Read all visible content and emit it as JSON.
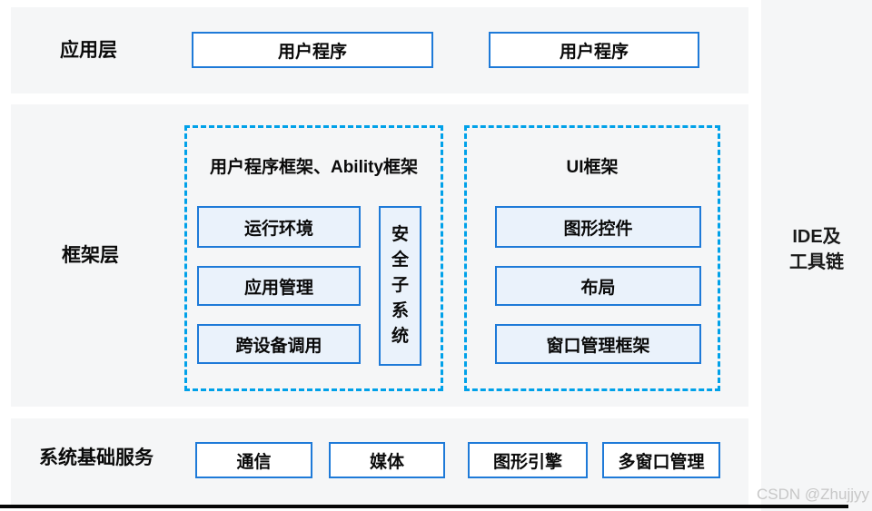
{
  "colors": {
    "band_bg": "#f5f6f7",
    "dashed_border": "#00a1e9",
    "solid_border": "#1e7ad8",
    "box_fill_tint": "#eaf2fb",
    "text": "#0a0a0a",
    "watermark": "#c7c7c7",
    "bottom_line": "#060606"
  },
  "application_layer": {
    "label": "应用层",
    "boxes": [
      "用户程序",
      "用户程序"
    ]
  },
  "framework_layer": {
    "label": "框架层",
    "ability_group": {
      "title": "用户程序框架、Ability框架",
      "boxes": [
        "运行环境",
        "应用管理",
        "跨设备调用"
      ],
      "vertical_box": "安全子系统"
    },
    "ui_group": {
      "title": "UI框架",
      "boxes": [
        "图形控件",
        "布局",
        "窗口管理框架"
      ]
    }
  },
  "services_layer": {
    "label": "系统基础服务",
    "boxes": [
      "通信",
      "媒体",
      "图形引擎",
      "多窗口管理"
    ]
  },
  "toolchain_column": {
    "line1": "IDE及",
    "line2": "工具链"
  },
  "watermark": "CSDN @Zhujjyy"
}
